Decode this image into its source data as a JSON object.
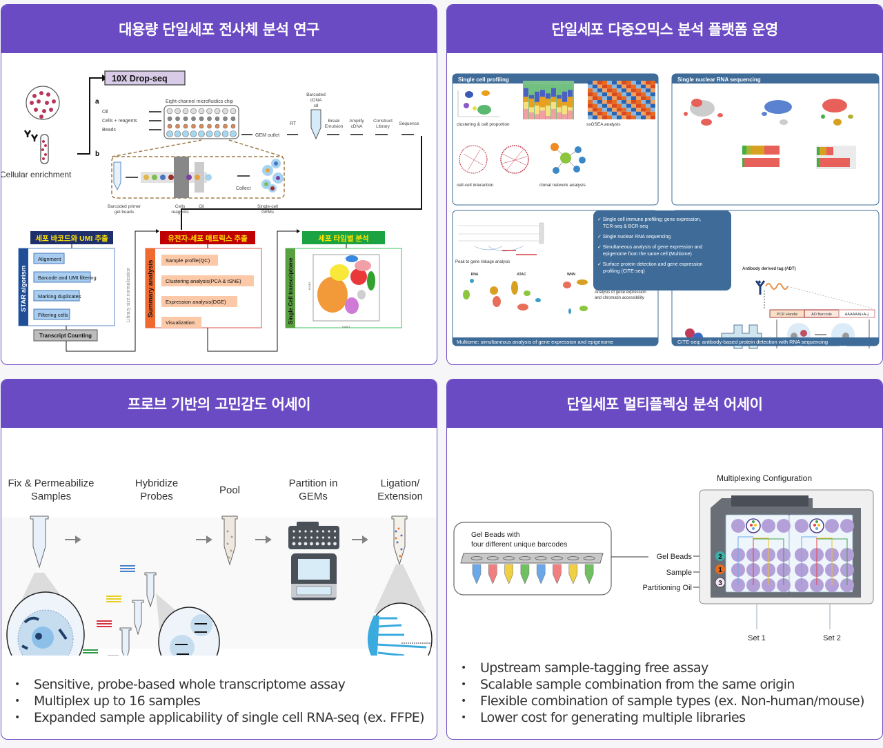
{
  "cards": [
    {
      "title": "대용량 단일세포 전사체 분석 연구",
      "diagram": {
        "dropseq_label": "10X Drop-seq",
        "cellular_enrichment": "Cellular enrichment",
        "label_a": "a",
        "label_b": "b",
        "chip_title": "Eight-channel microfluidics chip",
        "inputs": [
          "Oil",
          "Cells + reagents",
          "Beads"
        ],
        "gem_outlet": "GEM outlet",
        "rt": "RT",
        "barcoded_cdna": [
          "Barcoded",
          "cDNA",
          "x8"
        ],
        "steps": [
          [
            "Break",
            "Emulsion"
          ],
          [
            "Amplify",
            "cDNA"
          ],
          [
            "Construct",
            "Library"
          ],
          [
            "Sequence"
          ]
        ],
        "detail_labels": {
          "primer": [
            "Barcoded primer",
            "gel beads"
          ],
          "cells": [
            "Cells",
            "reagents"
          ],
          "oil": "Oil",
          "collect": "Collect",
          "gems": [
            "Single-cell",
            "GEMs"
          ]
        },
        "box1": {
          "title": "세포 바코드와 UMI 추출",
          "side": "STAR algorism",
          "items": [
            "Alignment",
            "Barcode and UMI filtering",
            "Marking duplicates",
            "Filtering cells"
          ],
          "footer": "Transcript Counting"
        },
        "normalization": "Library size normalization",
        "box2": {
          "title": "유전자-세포 매트릭스 추출",
          "side": "Summary analysis",
          "items": [
            "Sample profile(QC)",
            "Clustering analysis(PCA & tSNE)",
            "Expression analysis(DGE)",
            "Visualization"
          ]
        },
        "box3": {
          "title": "세포 타입별 분석",
          "side": "Single Cell transcriptome",
          "xaxis": "tSNE1",
          "yaxis": "tSNE2"
        }
      }
    },
    {
      "title": "단일세포 다중오믹스 분석 플랫폼 운영",
      "diagram": {
        "panel_profiling": {
          "title": "Single cell profiling",
          "captions": [
            "clustering & cell proportion",
            "ssGSEA analysis",
            "cell-cell interaction",
            "clonal network analysis"
          ]
        },
        "panel_nuclear": {
          "title": "Single nuclear RNA sequencing"
        },
        "panel_multiome": {
          "caption_peak": "Peak to gene linkage analysis",
          "plots": [
            "RNA",
            "ATAC",
            "WNN"
          ],
          "caption_analysis": [
            "Analysis of gene expression",
            "and chromatin accessibility"
          ],
          "footer": "Multiome: simultaneous analysis of gene expression and epigenome"
        },
        "panel_cite": {
          "adt": "Antibody derived tag (ADT)",
          "segments": [
            "PCR Handle",
            "AD Barcode",
            "AAAAAA(+Aₙ)"
          ],
          "footer": "CITE-seq: antibody-based protein detection with RNA sequencing"
        },
        "center_box": [
          [
            "Single cell immune profiling; gene expression,",
            "TCR-seq & BCR-seq"
          ],
          [
            "Single nuclear RNA sequencing"
          ],
          [
            "Simultaneous analysis of gene expression and",
            "epigenome from the same cell (Multiome)"
          ],
          [
            "Surface protein detection and gene expression",
            "profiling (CITE-seq)"
          ]
        ]
      }
    },
    {
      "title": "프로브 기반의 고민감도 어세이",
      "steps": [
        [
          "Fix & Permeabilize",
          "Samples"
        ],
        [
          "Hybridize",
          "Probes"
        ],
        [
          "Pool"
        ],
        [
          "Partition in",
          "GEMs"
        ],
        [
          "Ligation/",
          "Extension"
        ]
      ],
      "bullets": [
        "Sensitive, probe-based whole transcriptome assay",
        "Multiplex up to 16 samples",
        "Expanded sample applicability of single cell RNA-seq (ex. FFPE)"
      ]
    },
    {
      "title": "단일세포 멀티플렉싱 분석 어세이",
      "diagram": {
        "gel_beads_title": [
          "Gel Beads with",
          "four different unique barcodes"
        ],
        "config_title": "Multiplexing Configuration",
        "labels": [
          "Gel Beads",
          "Sample",
          "Partitioning  Oil"
        ],
        "badges": [
          "2",
          "1",
          "3"
        ],
        "sets": [
          "Set 1",
          "Set 2"
        ]
      },
      "bullets": [
        "Upstream sample-tagging free assay",
        "Scalable sample combination from the same origin",
        "Flexible combination of sample types (ex. Non-human/mouse)",
        "Lower cost for generating multiple libraries"
      ]
    }
  ],
  "colors": {
    "header": "#6b4bc3",
    "navy": "#1f2f6b",
    "red": "#c00000",
    "green": "#1aa340",
    "panel_blue": "#3e6b98"
  }
}
